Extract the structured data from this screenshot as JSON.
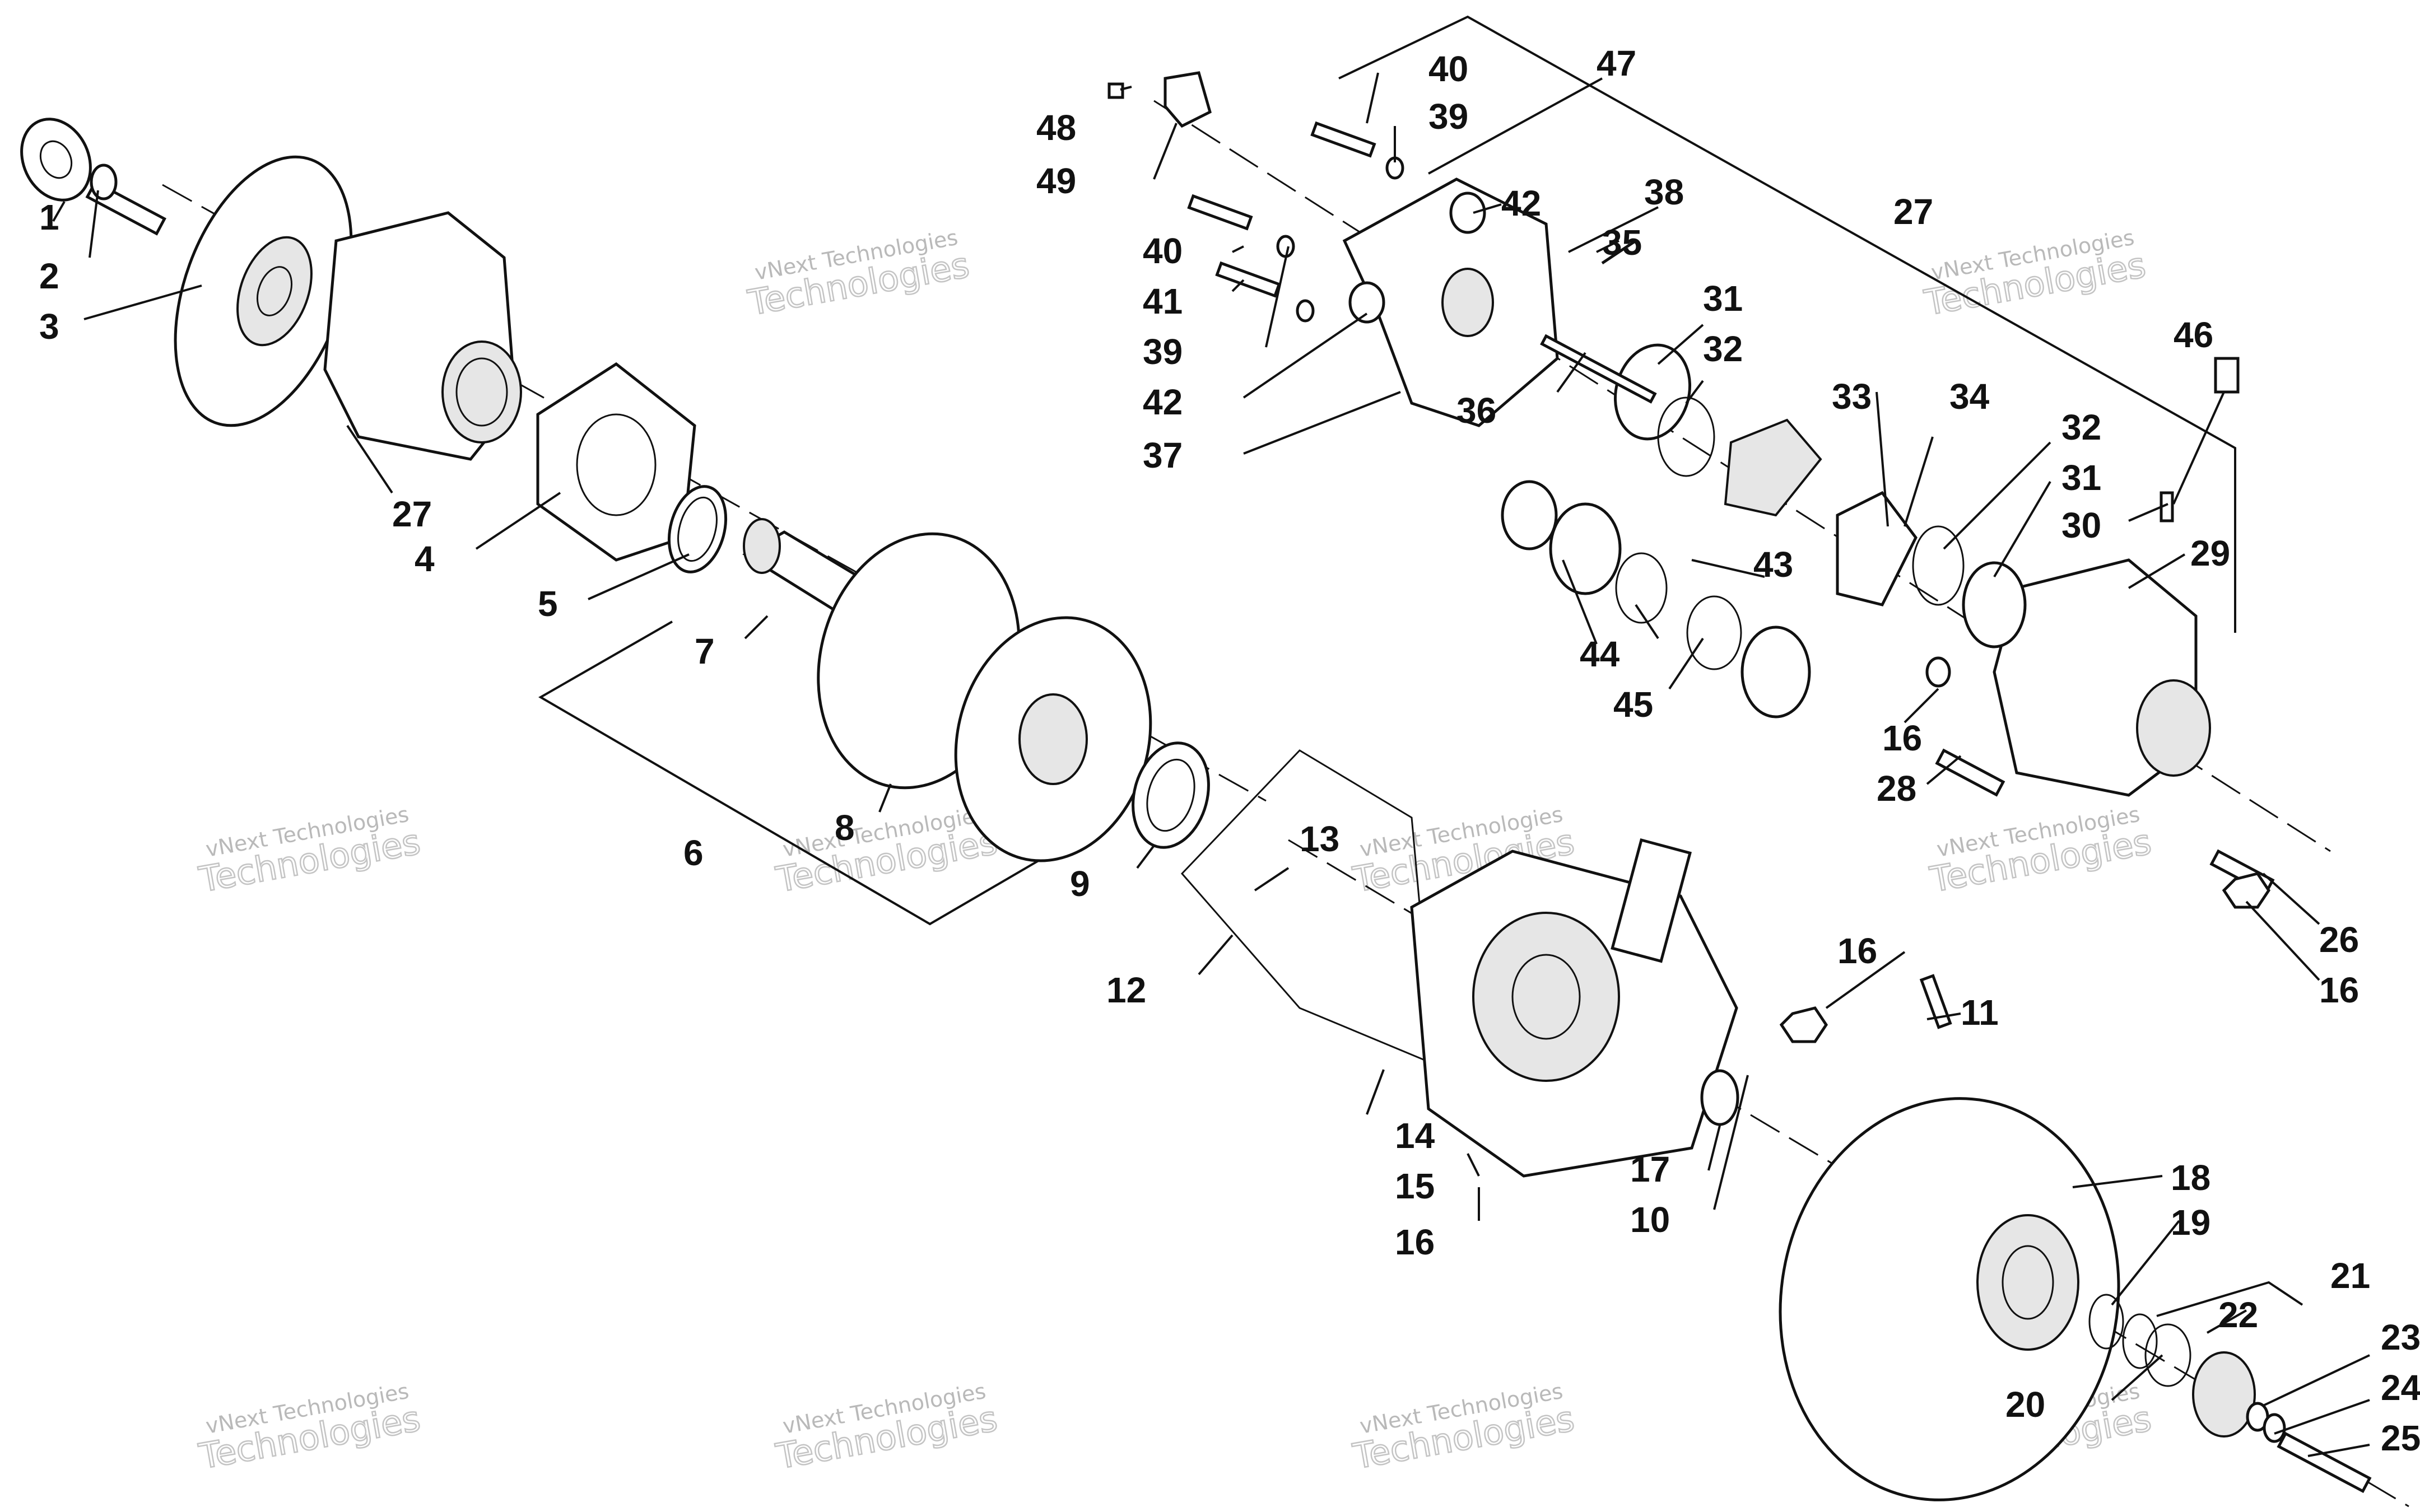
{
  "watermark": {
    "line1": "vNext Technologies",
    "line2": "Technologies"
  },
  "callouts": [
    {
      "text": "1"
    },
    {
      "text": "2"
    },
    {
      "text": "3"
    },
    {
      "text": "27"
    },
    {
      "text": "4"
    },
    {
      "text": "5"
    },
    {
      "text": "7"
    },
    {
      "text": "6"
    },
    {
      "text": "8"
    },
    {
      "text": "9"
    },
    {
      "text": "13"
    },
    {
      "text": "12"
    },
    {
      "text": "14"
    },
    {
      "text": "15"
    },
    {
      "text": "16"
    },
    {
      "text": "17"
    },
    {
      "text": "10"
    },
    {
      "text": "16"
    },
    {
      "text": "11"
    },
    {
      "text": "18"
    },
    {
      "text": "19"
    },
    {
      "text": "20"
    },
    {
      "text": "21"
    },
    {
      "text": "22"
    },
    {
      "text": "23"
    },
    {
      "text": "24"
    },
    {
      "text": "25"
    },
    {
      "text": "26"
    },
    {
      "text": "16"
    },
    {
      "text": "28"
    },
    {
      "text": "16"
    },
    {
      "text": "29"
    },
    {
      "text": "30"
    },
    {
      "text": "31"
    },
    {
      "text": "32"
    },
    {
      "text": "46"
    },
    {
      "text": "34"
    },
    {
      "text": "33"
    },
    {
      "text": "32"
    },
    {
      "text": "31"
    },
    {
      "text": "36"
    },
    {
      "text": "35"
    },
    {
      "text": "38"
    },
    {
      "text": "27"
    },
    {
      "text": "47"
    },
    {
      "text": "40"
    },
    {
      "text": "39"
    },
    {
      "text": "42"
    },
    {
      "text": "48"
    },
    {
      "text": "49"
    },
    {
      "text": "40"
    },
    {
      "text": "41"
    },
    {
      "text": "39"
    },
    {
      "text": "42"
    },
    {
      "text": "37"
    },
    {
      "text": "43"
    },
    {
      "text": "44"
    },
    {
      "text": "45"
    }
  ]
}
